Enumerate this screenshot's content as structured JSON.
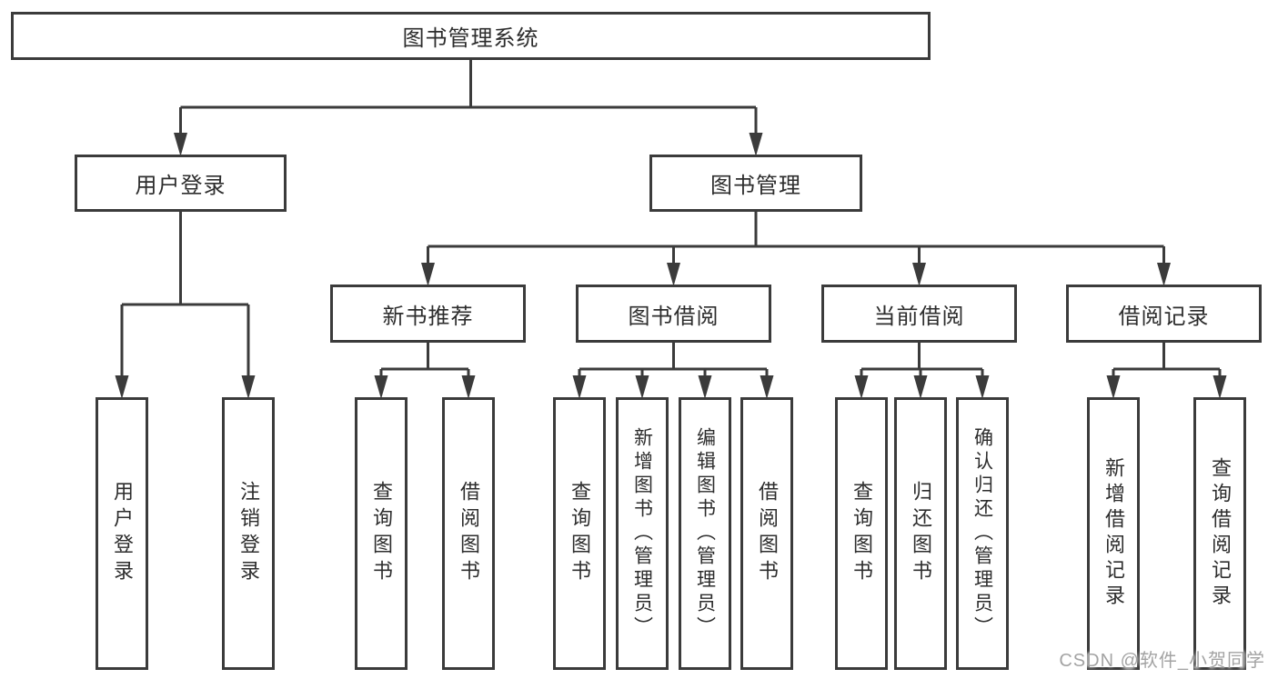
{
  "colors": {
    "line": "#3b3b3b",
    "box_border": "#3b3b3b",
    "text": "#2d2d2d",
    "background": "#ffffff",
    "watermark": "#9e9e9e"
  },
  "watermark": "CSDN @软件_小贺同学",
  "tree": {
    "root": "图书管理系统",
    "branches": [
      {
        "label": "用户登录",
        "children": [
          "用户登录",
          "注销登录"
        ]
      },
      {
        "label": "图书管理",
        "children": [
          {
            "label": "新书推荐",
            "children": [
              "查询图书",
              "借阅图书"
            ]
          },
          {
            "label": "图书借阅",
            "children": [
              "查询图书",
              "新增图书（管理员）",
              "编辑图书（管理员）",
              "借阅图书"
            ]
          },
          {
            "label": "当前借阅",
            "children": [
              "查询图书",
              "归还图书",
              "确认归还（管理员）"
            ]
          },
          {
            "label": "借阅记录",
            "children": [
              "新增借阅记录",
              "查询借阅记录"
            ]
          }
        ]
      }
    ]
  }
}
